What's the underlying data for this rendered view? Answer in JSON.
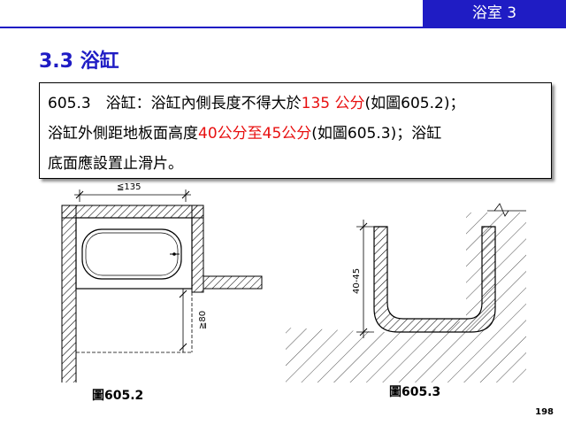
{
  "header": {
    "tab_label": "浴室  3",
    "accent_color": "#1f1cc4"
  },
  "section_heading": "3.3 浴缸",
  "rule": {
    "line1_prefix": "605.3　浴缸：浴缸內側長度不得大於",
    "line1_highlight": "135 公分",
    "line1_suffix": "(如圖605.2)；",
    "line2_prefix": "浴缸外側距地板面高度",
    "line2_highlight": "40公分至45公分",
    "line2_suffix": "(如圖605.3)；浴缸",
    "line3": "底面應設置止滑片。",
    "highlight_color": "#e81010"
  },
  "figure_left": {
    "dimension_length": "≦135",
    "dimension_height": "≧80",
    "caption": "圖605.2"
  },
  "figure_right": {
    "dimension_height": "40-45",
    "caption": "圖605.3"
  },
  "page_number": "198"
}
